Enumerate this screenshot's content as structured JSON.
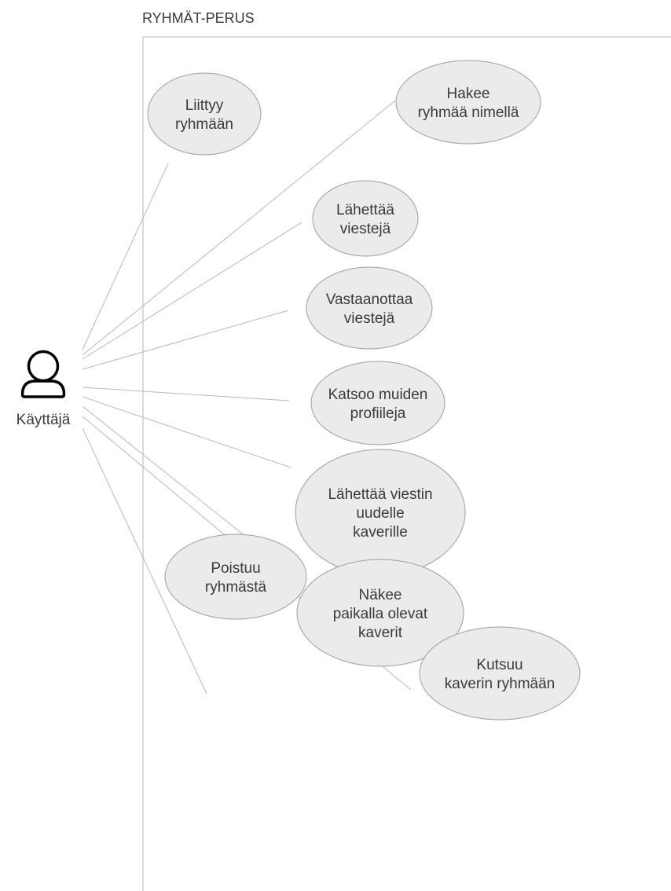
{
  "diagram": {
    "title": "RYHMÄT-PERUS",
    "actor": {
      "label": "Käyttäjä",
      "icon": "user-icon"
    },
    "use_cases": [
      {
        "id": "liittyy",
        "lines": [
          "Liittyy",
          "ryhmään"
        ]
      },
      {
        "id": "hakee",
        "lines": [
          "Hakee",
          "ryhmää nimellä"
        ]
      },
      {
        "id": "lahettaa-viesteja",
        "lines": [
          "Lähettää",
          "viestejä"
        ]
      },
      {
        "id": "vastaanottaa",
        "lines": [
          "Vastaanottaa",
          "viestejä"
        ]
      },
      {
        "id": "katsoo",
        "lines": [
          "Katsoo muiden",
          "profiileja"
        ]
      },
      {
        "id": "lahettaa-viestin",
        "lines": [
          "Lähettää viestin",
          "uudelle",
          "kaverille"
        ]
      },
      {
        "id": "nakee",
        "lines": [
          "Näkee",
          "paikalla olevat",
          "kaverit"
        ]
      },
      {
        "id": "poistuu",
        "lines": [
          "Poistuu",
          "ryhmästä"
        ]
      },
      {
        "id": "kutsuu",
        "lines": [
          "Kutsuu",
          "kaverin ryhmään"
        ]
      }
    ]
  }
}
